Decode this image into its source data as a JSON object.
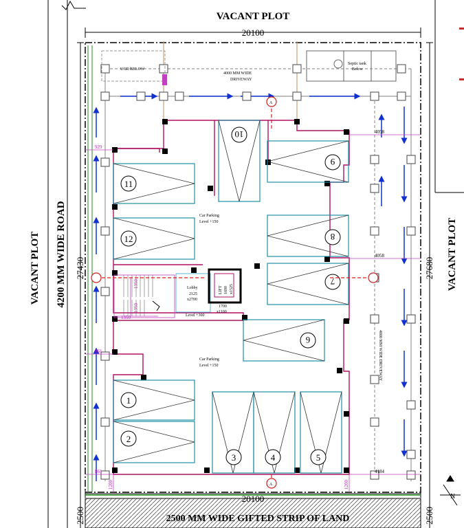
{
  "labels": {
    "top_plot": "VACANT PLOT",
    "left_plot": "VACANT PLOT",
    "right_plot": "VACANT PLOT",
    "left_road": "4200 MM WIDE ROAD",
    "bottom_strip": "2500 MM WIDE GIFTED STRIP OF LAND",
    "driveway_top": "4000 MM WIDE",
    "driveway_top2": "DRIVEWAY",
    "driveway_side": "4000 MM WIDE DRIVEWAY",
    "ugr": "UGR BELOW",
    "septic": "Septic tank",
    "septic2": "Below",
    "car_parking_upper": "Car Parking",
    "car_parking_upper_level": "Level +150",
    "car_parking_lower": "Car Parking",
    "car_parking_lower_level": "Level +150",
    "lobby": "Lobby",
    "lobby_dim": "2125",
    "lobby_dim2": "x2700",
    "lobby_level": "Level +300",
    "lift": "LIFT",
    "lift_dim": "1600",
    "lift_dim2": "x1525",
    "lift_front": "1700",
    "lift_front2": "x1100",
    "section_mark": "A",
    "north": "N"
  },
  "dimensions": {
    "top_width": "20100",
    "bottom_width": "20100",
    "left_depth": "27430",
    "right_depth": "27680",
    "left_bottom": "2500",
    "right_bottom": "2500",
    "dim_4058a": "4058",
    "dim_4058b": "4058",
    "dim_4184": "4184",
    "dim_1200a": "1200",
    "dim_1200b": "1200",
    "dim_1350a": "1350",
    "dim_1350b": "1350",
    "dim_1350c": "1350",
    "dim_left1": "929",
    "dim_left2": "961",
    "dim_left3": "861"
  },
  "parking_slots": [
    "1",
    "2",
    "3",
    "4",
    "5",
    "6",
    "7",
    "8",
    "9",
    "10",
    "11",
    "12"
  ],
  "colors": {
    "wall": "#b01060",
    "slot": "#1f8fa8",
    "arrow": "#1030d0",
    "dim": "#c020c0",
    "grid": "#808080",
    "section": "#d02020"
  }
}
